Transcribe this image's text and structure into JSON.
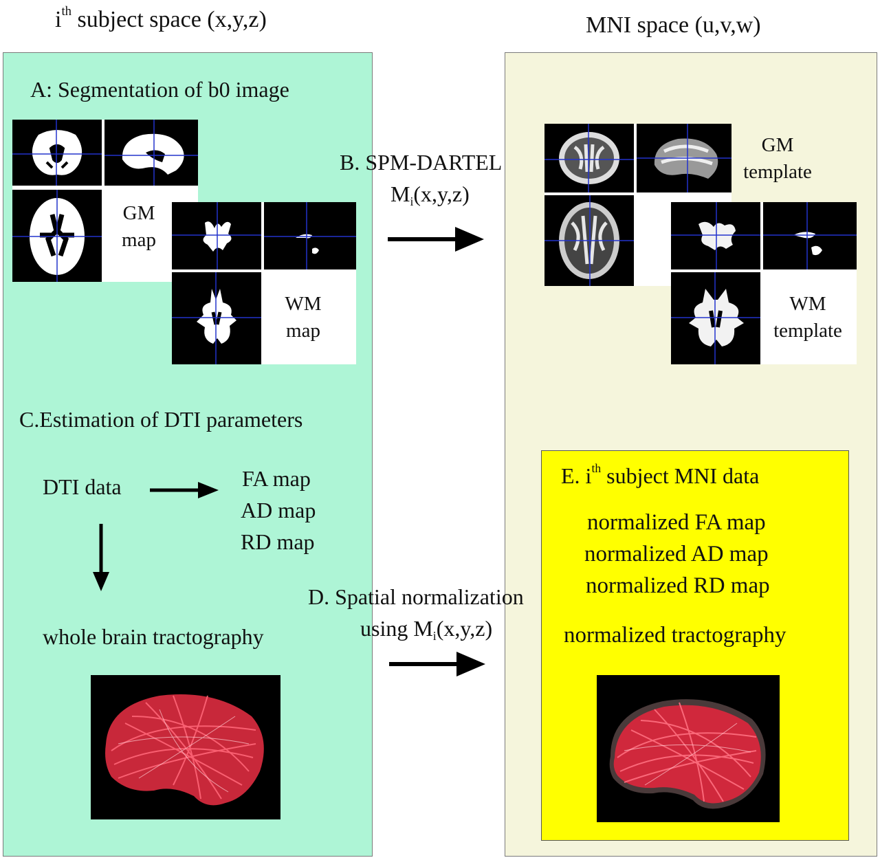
{
  "headers": {
    "subject_prefix": "i",
    "subject_sup": "th",
    "subject_rest": " subject space (x,y,z)",
    "mni": "MNI space (u,v,w)"
  },
  "section_a": {
    "title": "A: Segmentation of b0 image",
    "gm_label": [
      "GM",
      "map"
    ],
    "wm_label": [
      "WM",
      "map"
    ]
  },
  "section_b": {
    "line1": "B. SPM-DARTEL",
    "m_letter": "M",
    "m_sub": "i",
    "m_args": "(x,y,z)",
    "gm_template": [
      "GM",
      "template"
    ],
    "wm_template": [
      "WM",
      "template"
    ]
  },
  "section_c": {
    "title": "C.Estimation of DTI parameters",
    "dti_data": "DTI data",
    "outputs": [
      "FA map",
      "AD map",
      "RD map"
    ],
    "tractography": "whole brain tractography"
  },
  "section_d": {
    "line1": "D. Spatial normalization",
    "using": "using ",
    "m_letter": "M",
    "m_sub": "i",
    "m_args": "(x,y,z)"
  },
  "section_e": {
    "prefix": "E. i",
    "sup": "th",
    "rest": " subject MNI data",
    "maps": [
      "normalized FA map",
      "normalized AD map",
      "normalized RD map"
    ],
    "tractography": "normalized tractography"
  },
  "colors": {
    "subject_panel": "#aef5d6",
    "mni_panel": "#f5f5dc",
    "mni_data_panel": "#ffff00",
    "crosshair": "#2233cc",
    "fibers": "#ff3344"
  }
}
